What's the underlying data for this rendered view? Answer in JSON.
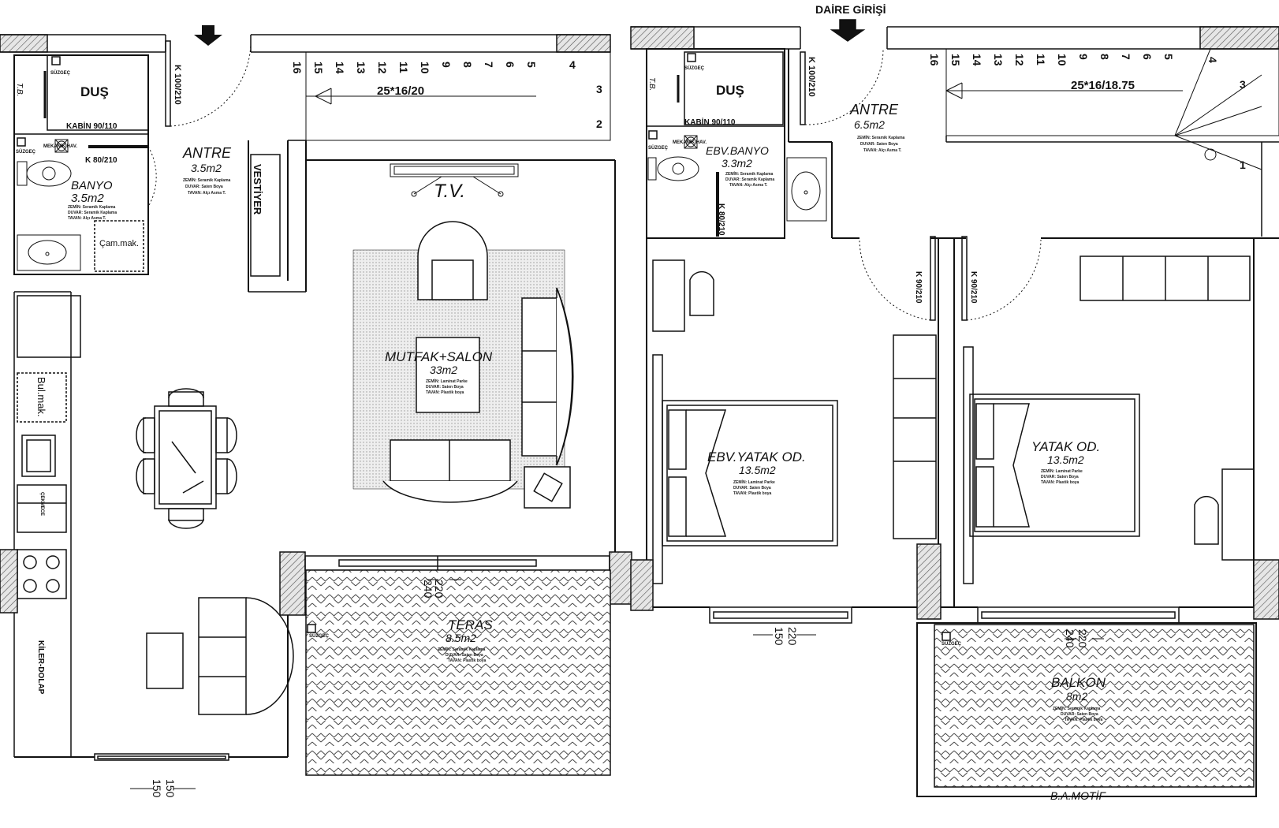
{
  "header": {
    "entrance": "DAİRE GİRİŞİ"
  },
  "ground_floor": {
    "dus": {
      "name": "DUŞ",
      "suzgec": "SÜZGEÇ",
      "tb": "T.B.",
      "kabin": "KABİN 90/110"
    },
    "banyo": {
      "name": "BANYO",
      "area": "3.5m2",
      "suzgec": "SÜZGEÇ",
      "mek": "MEKANİK HAV.",
      "finishes": [
        "ZEMİN: Seramik Kaplama",
        "DUVAR: Seramik Kaplama",
        "TAVAN: Alçı Asma T."
      ]
    },
    "cammak": "Çam.mak.",
    "door_k100": "K 100/210",
    "door_k80": "K 80/210",
    "antre": {
      "name": "ANTRE",
      "area": "3.5m2",
      "finishes": [
        "ZEMİN: Seramik Kaplama",
        "DUVAR: Saten Boya",
        "TAVAN: Alçı Asma T."
      ]
    },
    "vestiyer": "VESTİYER",
    "tv": "T.V.",
    "stair_label": "25*16/20",
    "stair_numbers": [
      "16",
      "15",
      "14",
      "13",
      "12",
      "11",
      "10",
      "9",
      "8",
      "7",
      "6",
      "5",
      "4",
      "3",
      "2"
    ],
    "mutfak": {
      "name": "MUTFAK+SALON",
      "area": "33m2",
      "finishes": [
        "ZEMİN: Laminat Parke",
        "DUVAR: Saten Boya",
        "TAVAN: Plastik boya"
      ]
    },
    "bulmak": "Bul.mak.",
    "cekmece": "ÇEKMECE",
    "kiler": "KİLER-DOLAP",
    "teras": {
      "name": "TERAS",
      "area": "8.5m2",
      "suzgec": "SÜZGEÇ",
      "finishes": [
        "ZEMİN: Seramik Kaplama",
        "DUVAR: Saten Boya",
        "TAVAN: Plastik boya"
      ]
    },
    "dim_240": "240",
    "dim_220": "220",
    "dim_150a": "150",
    "dim_150b": "150"
  },
  "upper_floor": {
    "dus": {
      "name": "DUŞ",
      "suzgec": "SÜZGEÇ",
      "tb": "T.B.",
      "kabin": "KABİN 90/110"
    },
    "ebv_banyo": {
      "name": "EBV.BANYO",
      "area": "3.3m2",
      "suzgec": "SÜZGEÇ",
      "mek": "MEKANİK HAV.",
      "finishes": [
        "ZEMİN: Seramik Kaplama",
        "DUVAR: Seramik Kaplama",
        "TAVAN: Alçı Asma T."
      ]
    },
    "door_k100": "K 100/210",
    "door_k80": "K 80/210",
    "door_k90a": "K 90/210",
    "door_k90b": "K 90/210",
    "antre": {
      "name": "ANTRE",
      "area": "6.5m2",
      "finishes": [
        "ZEMİN: Seramik Kaplama",
        "DUVAR: Saten Boya",
        "TAVAN: Alçı Asma T."
      ]
    },
    "stair_label": "25*16/18.75",
    "stair_numbers": [
      "16",
      "15",
      "14",
      "13",
      "12",
      "11",
      "10",
      "9",
      "8",
      "7",
      "6",
      "5",
      "4",
      "3",
      "1"
    ],
    "ebv_yatak": {
      "name": "EBV.YATAK OD.",
      "area": "13.5m2",
      "finishes": [
        "ZEMİN: Laminat Parke",
        "DUVAR: Saten Boya",
        "TAVAN: Plastik boya"
      ]
    },
    "yatak": {
      "name": "YATAK OD.",
      "area": "13.5m2",
      "finishes": [
        "ZEMİN: Laminat Parke",
        "DUVAR: Saten Boya",
        "TAVAN: Plastik boya"
      ]
    },
    "balkon": {
      "name": "BALKON",
      "area": "8m2",
      "suzgec": "SÜZGEÇ",
      "finishes": [
        "ZEMİN: Seramik Kaplama",
        "DUVAR: Saten Boya",
        "TAVAN: Plastik boya"
      ]
    },
    "motif": "B.A.MOTİF",
    "dim_150": "150",
    "dim_220": "220",
    "dim_240": "240",
    "dim_220b": "220"
  }
}
